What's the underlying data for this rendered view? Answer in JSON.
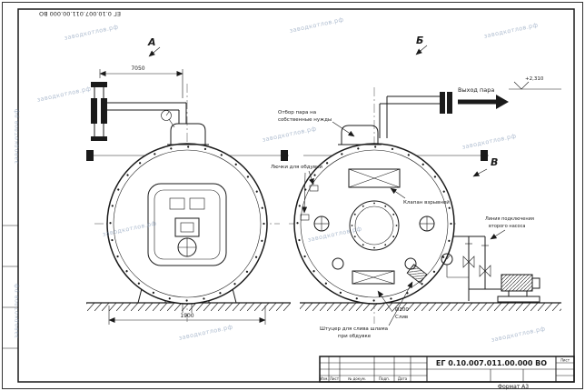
{
  "drawing": {
    "code": "ЕГ 0.10.007.011.00.000  ВО",
    "format": "Формат А3"
  },
  "title_block": {
    "code": "ЕГ 0.10.007.011.00.000  ВО",
    "columns": {
      "izm": "Изм.",
      "list": "Лист",
      "doc": "№ докум.",
      "sign": "Подп.",
      "date": "Дата"
    },
    "sheet_label": "Лист"
  },
  "views": {
    "a": "А",
    "b": "Б",
    "v": "В"
  },
  "annotations": {
    "steam_outlet": "Выход пара",
    "elevation": "+2,310",
    "steam_own_line1": "Отбор пара на",
    "steam_own_line2": "собственные нужды",
    "blow_hatches": "Лючки для обдувки",
    "explosion_valve": "Клапан взрывной",
    "pump_line1": "Линия подключения",
    "pump_line2": "второго насоса",
    "drain_dia": "Ø100",
    "drain": "Слив",
    "sludge_line1": "Штуцер для слива шлама",
    "sludge_line2": "при обдувке"
  },
  "dimensions": {
    "length_top": "7050",
    "width_bottom": "1900"
  },
  "watermark": {
    "text": "заводкотлов.рф"
  },
  "colors": {
    "line": "#1a1a1a",
    "watermark": "#6e87aa",
    "paper": "#ffffff"
  }
}
